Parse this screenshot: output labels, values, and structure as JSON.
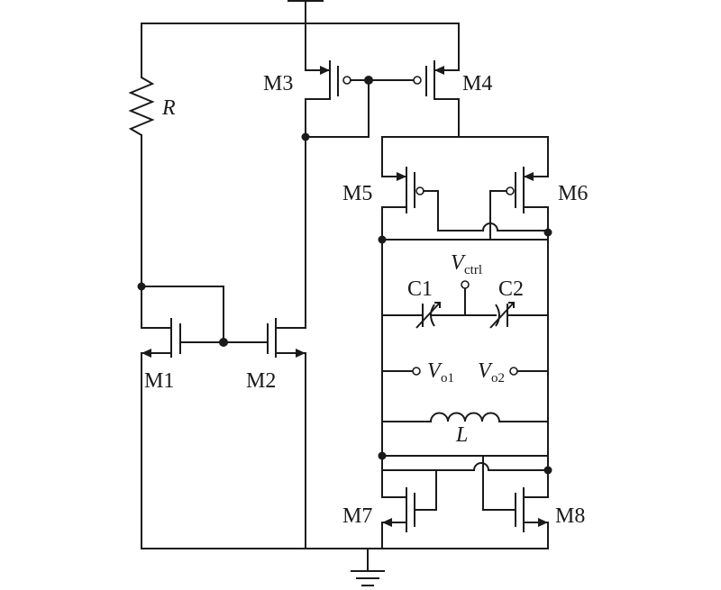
{
  "diagram": {
    "transistors": [
      "M1",
      "M2",
      "M3",
      "M4",
      "M5",
      "M6",
      "M7",
      "M8"
    ],
    "resistor": {
      "label": "R"
    },
    "capacitors": [
      "C1",
      "C2"
    ],
    "inductor": {
      "label": "L"
    },
    "vctrl": {
      "symbol": "V",
      "sub": "ctrl"
    },
    "vo1": {
      "symbol": "V",
      "sub": "o1"
    },
    "vo2": {
      "symbol": "V",
      "sub": "o2"
    }
  }
}
